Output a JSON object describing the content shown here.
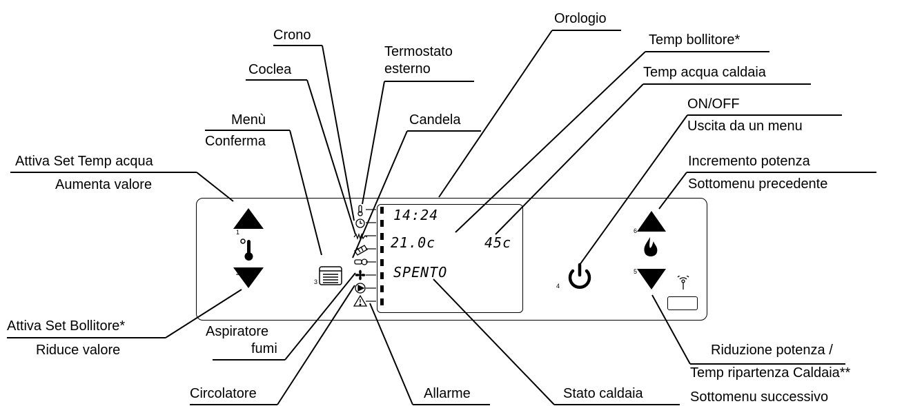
{
  "labels": {
    "orologio": "Orologio",
    "temp_bollitore": "Temp bollitore*",
    "temp_acqua_caldaia": "Temp acqua caldaia",
    "on_off": "ON/OFF",
    "uscita_menu": "Uscita da un menu",
    "incremento_potenza": "Incremento potenza",
    "sottomenu_precedente": "Sottomenu precedente",
    "riduzione_potenza": "Riduzione potenza /",
    "temp_ripartenza": "Temp ripartenza Caldaia**",
    "sottomenu_successivo": "Sottomenu successivo",
    "crono": "Crono",
    "coclea": "Coclea",
    "termostato_1": "Termostato",
    "termostato_2": "esterno",
    "candela": "Candela",
    "menu": "Menù",
    "conferma": "Conferma",
    "attiva_set_temp": "Attiva Set Temp acqua",
    "aumenta_valore": "Aumenta valore",
    "attiva_set_bollitore": "Attiva Set Bollitore*",
    "riduce_valore": "Riduce valore",
    "aspiratore_1": "Aspiratore",
    "aspiratore_2": "fumi",
    "circolatore": "Circolatore",
    "allarme": "Allarme",
    "stato_caldaia": "Stato caldaia"
  },
  "display": {
    "clock": "14:24",
    "water_temp": "21.0c",
    "boiler_temp": "45c",
    "status": "SPENTO"
  },
  "button_numbers": {
    "b1": "1",
    "b2": "2",
    "b3": "3",
    "b4": "4",
    "b5": "5",
    "b6": "6"
  },
  "icons": [
    "thermometer-icon",
    "clock-icon",
    "heating-icon",
    "auger-icon",
    "igniter-icon",
    "fan-icon",
    "pump-icon",
    "alarm-icon",
    "menu-icon",
    "power-icon",
    "flame-icon",
    "wifi-icon"
  ]
}
